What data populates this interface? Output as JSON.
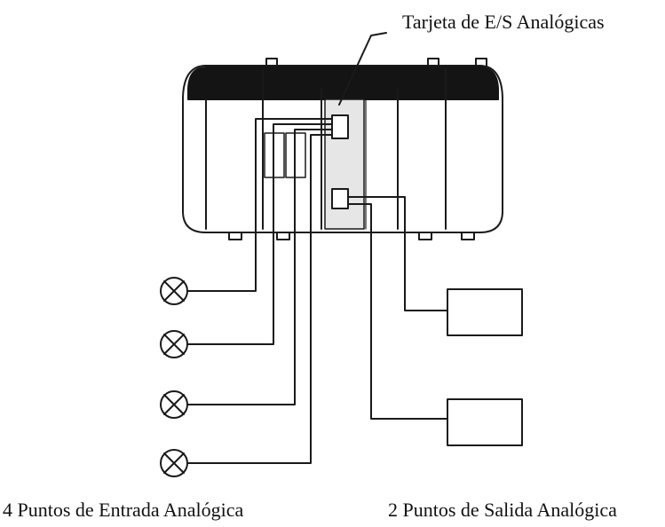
{
  "labels": {
    "card": "Tarjeta de E/S Analógicas",
    "inputs": "4 Puntos de Entrada Analógica",
    "outputs": "2 Puntos de Salida Analógica"
  },
  "counts": {
    "analog_inputs": 4,
    "analog_outputs": 2
  },
  "colors": {
    "line": "#1a1a1a",
    "band": "#141414",
    "card_fill": "#e6e6e6",
    "body": "#ffffff"
  }
}
